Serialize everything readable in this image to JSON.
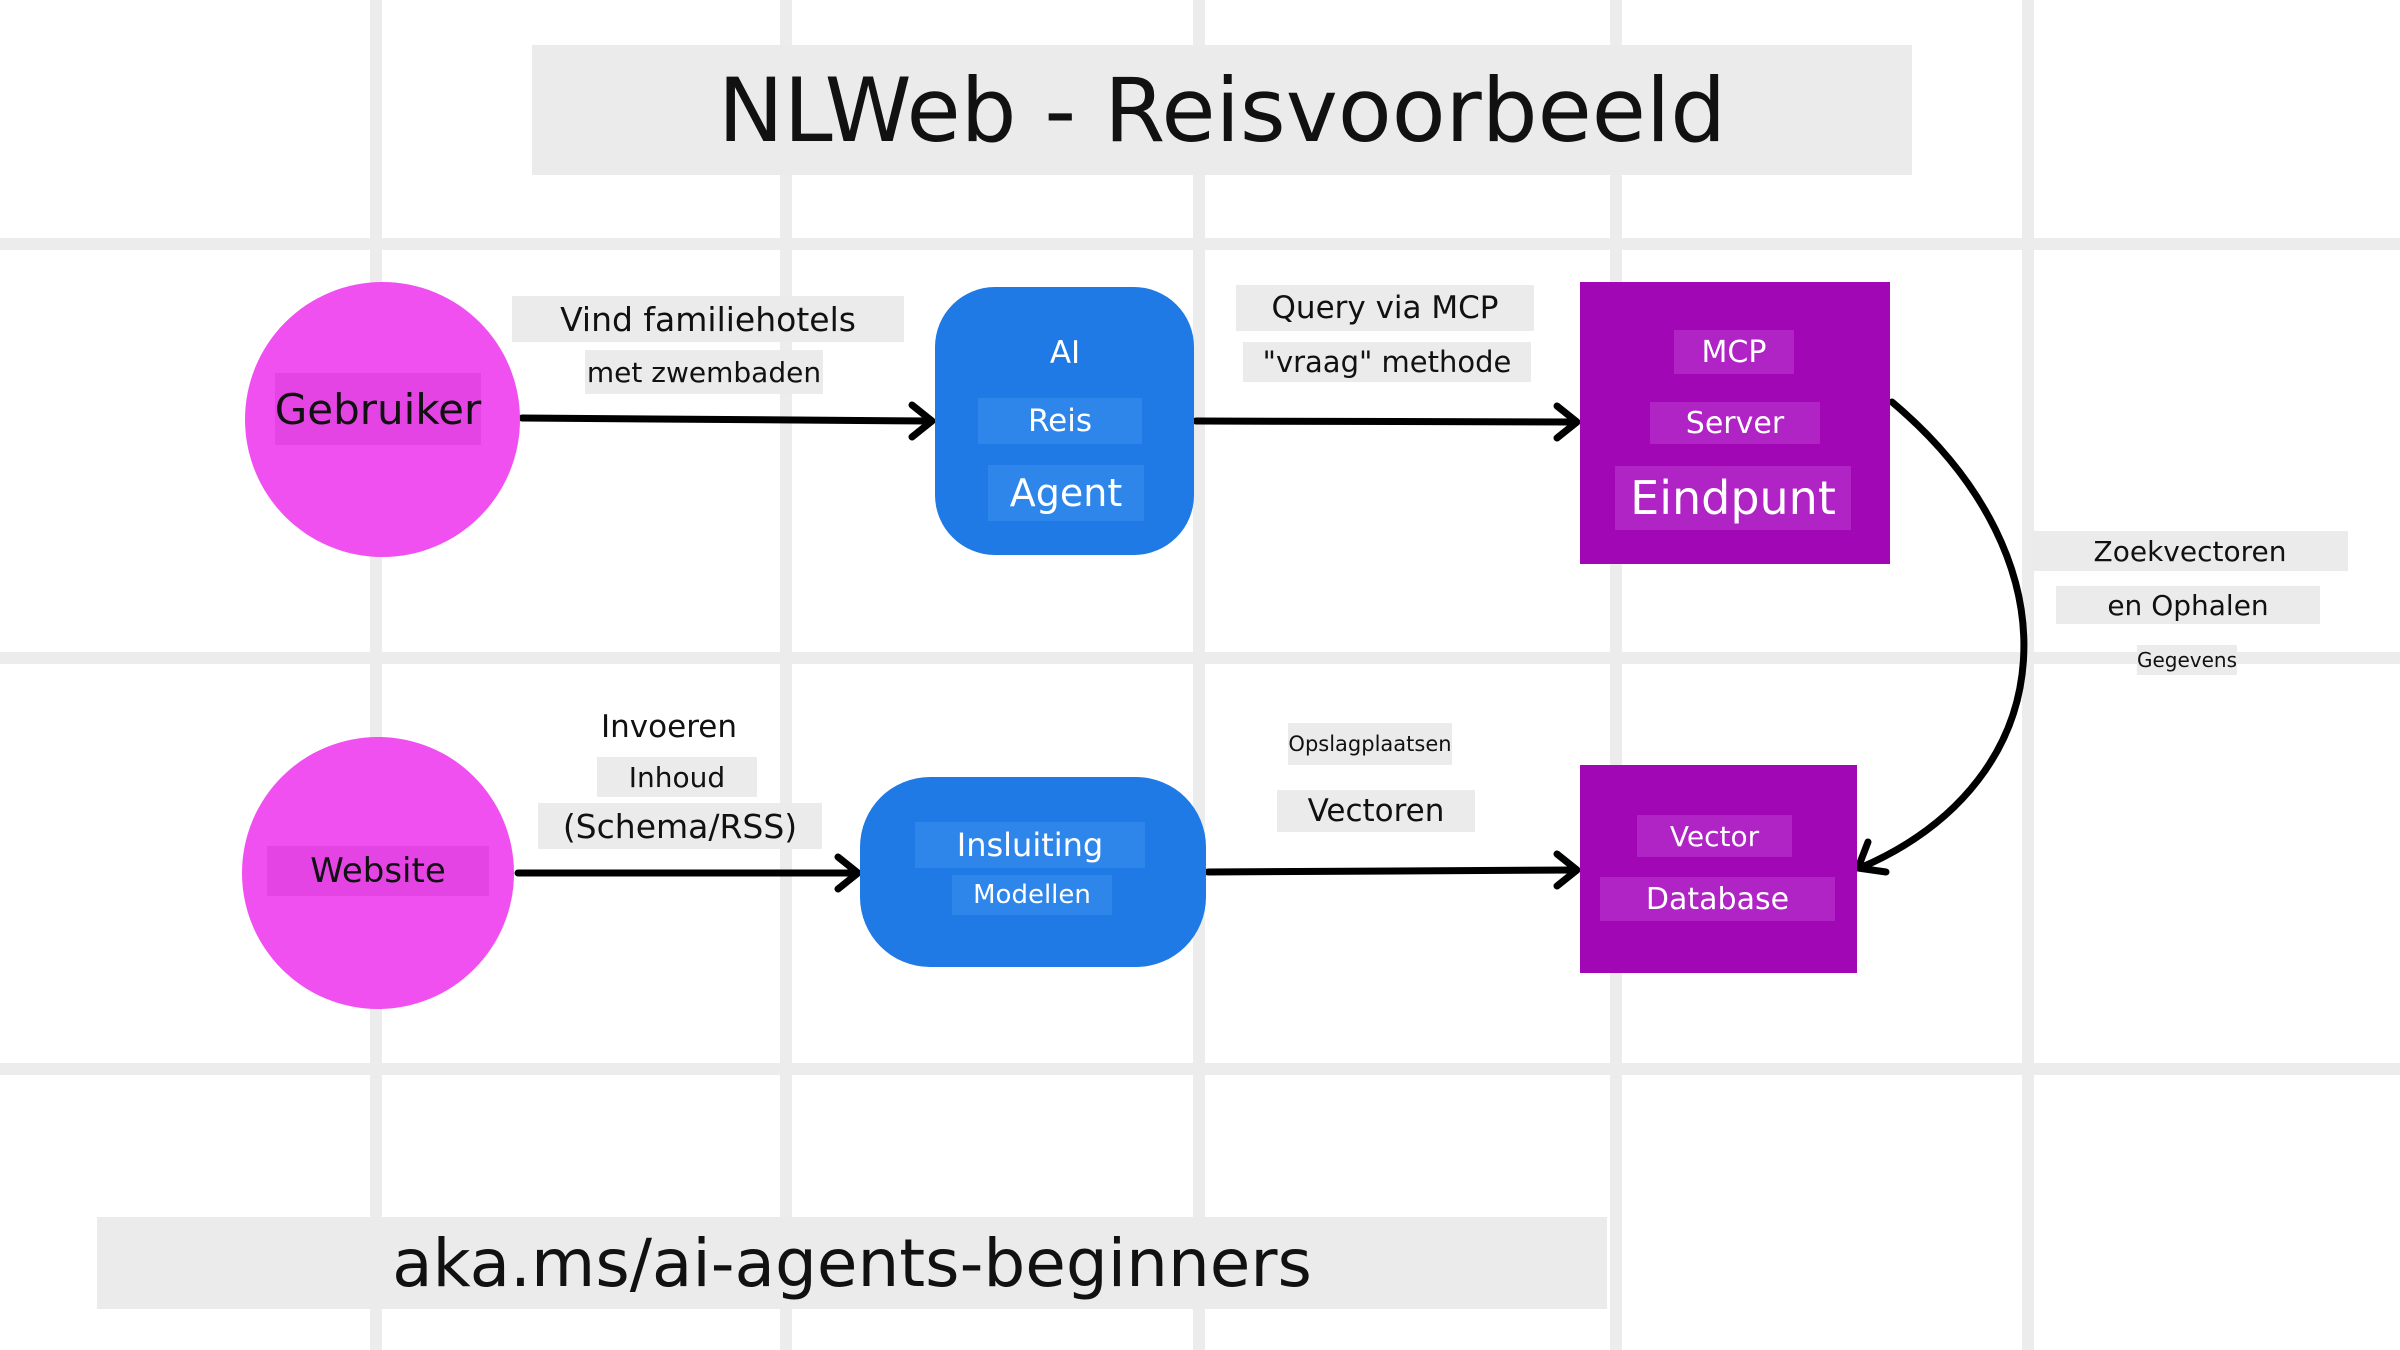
{
  "title": "NLWeb - Reisvoorbeeld",
  "footer": "aka.ms/ai-agents-beginners",
  "colors": {
    "pink": "#f050f0",
    "blue": "#1f7ae6",
    "purple": "#a207b6",
    "grid": "#ececec"
  },
  "nodes": {
    "user": {
      "label": "Gebruiker"
    },
    "agent": {
      "line1": "AI",
      "line2": "Reis",
      "line3": "Agent"
    },
    "mcp": {
      "line1": "MCP",
      "line2": "Server",
      "line3": "Eindpunt"
    },
    "website": {
      "label": "Website"
    },
    "embedding": {
      "line1": "Insluiting",
      "line2": "Modellen"
    },
    "vectordb": {
      "line1": "Vector",
      "line2": "Database"
    }
  },
  "edges": {
    "user_agent": {
      "line1": "Vind familiehotels",
      "line2": "met zwembaden"
    },
    "agent_mcp": {
      "line1": "Query via MCP",
      "line2": "\"vraag\" methode"
    },
    "mcp_vectordb": {
      "line1": "Zoekvectoren",
      "line2": "en Ophalen",
      "line3": "Gegevens"
    },
    "website_embedding": {
      "line1": "Invoeren",
      "line2": "Inhoud",
      "line3": "(Schema/RSS)"
    },
    "embedding_vectordb": {
      "line1": "Opslagplaatsen",
      "line2": "Vectoren"
    }
  }
}
